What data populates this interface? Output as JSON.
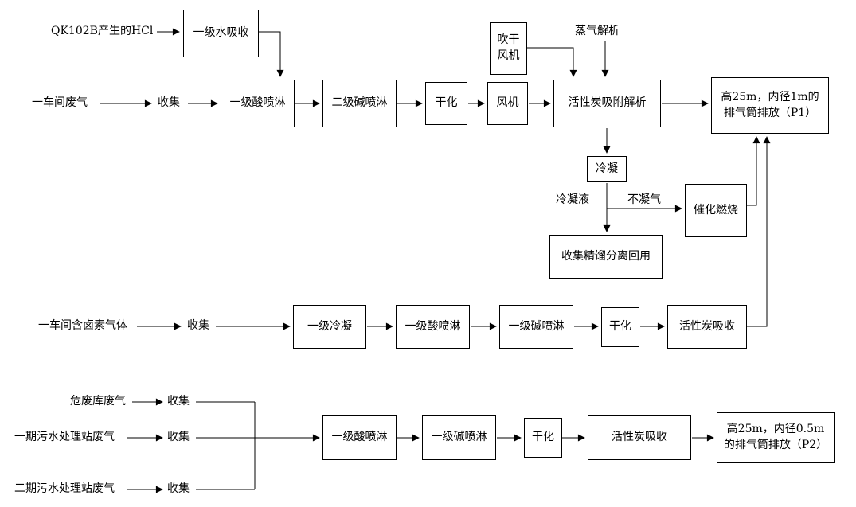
{
  "flow1": {
    "source": "QK102B产生的HCl",
    "water_absorption": "一级水吸收"
  },
  "flow2": {
    "source": "一车间废气",
    "collect": "收集",
    "acid_spray": "一级酸喷淋",
    "alkali_spray": "二级碱喷淋",
    "drying": "干化",
    "fan": "风机",
    "blow_dry_fan": "吹干风机",
    "steam_desorption": "蒸气解析",
    "carbon_adsorption_desorption": "活性炭吸附解析",
    "stack_p1": "高25m，内径1m的排气筒排放（P1）",
    "condensation": "冷凝",
    "condensate_label": "冷凝液",
    "non_condensable_label": "不凝气",
    "recovery": "收集精馏分离回用",
    "catalytic_combustion": "催化燃烧"
  },
  "flow3": {
    "source": "一车间含卤素气体",
    "collect": "收集",
    "condensation": "一级冷凝",
    "acid_spray": "一级酸喷淋",
    "alkali_spray": "一级碱喷淋",
    "drying": "干化",
    "carbon_adsorption": "活性炭吸收"
  },
  "flow4": {
    "source_hazardous": "危废库废气",
    "collect_hazardous": "收集",
    "source_sewage1": "一期污水处理站废气",
    "collect_sewage1": "收集",
    "source_sewage2": "二期污水处理站废气",
    "collect_sewage2": "收集",
    "acid_spray": "一级酸喷淋",
    "alkali_spray": "一级碱喷淋",
    "drying": "干化",
    "carbon_adsorption": "活性炭吸收",
    "stack_p2": "高25m，内径0.5m的排气筒排放（P2）"
  },
  "colors": {
    "line": "#000000",
    "background": "#ffffff"
  }
}
